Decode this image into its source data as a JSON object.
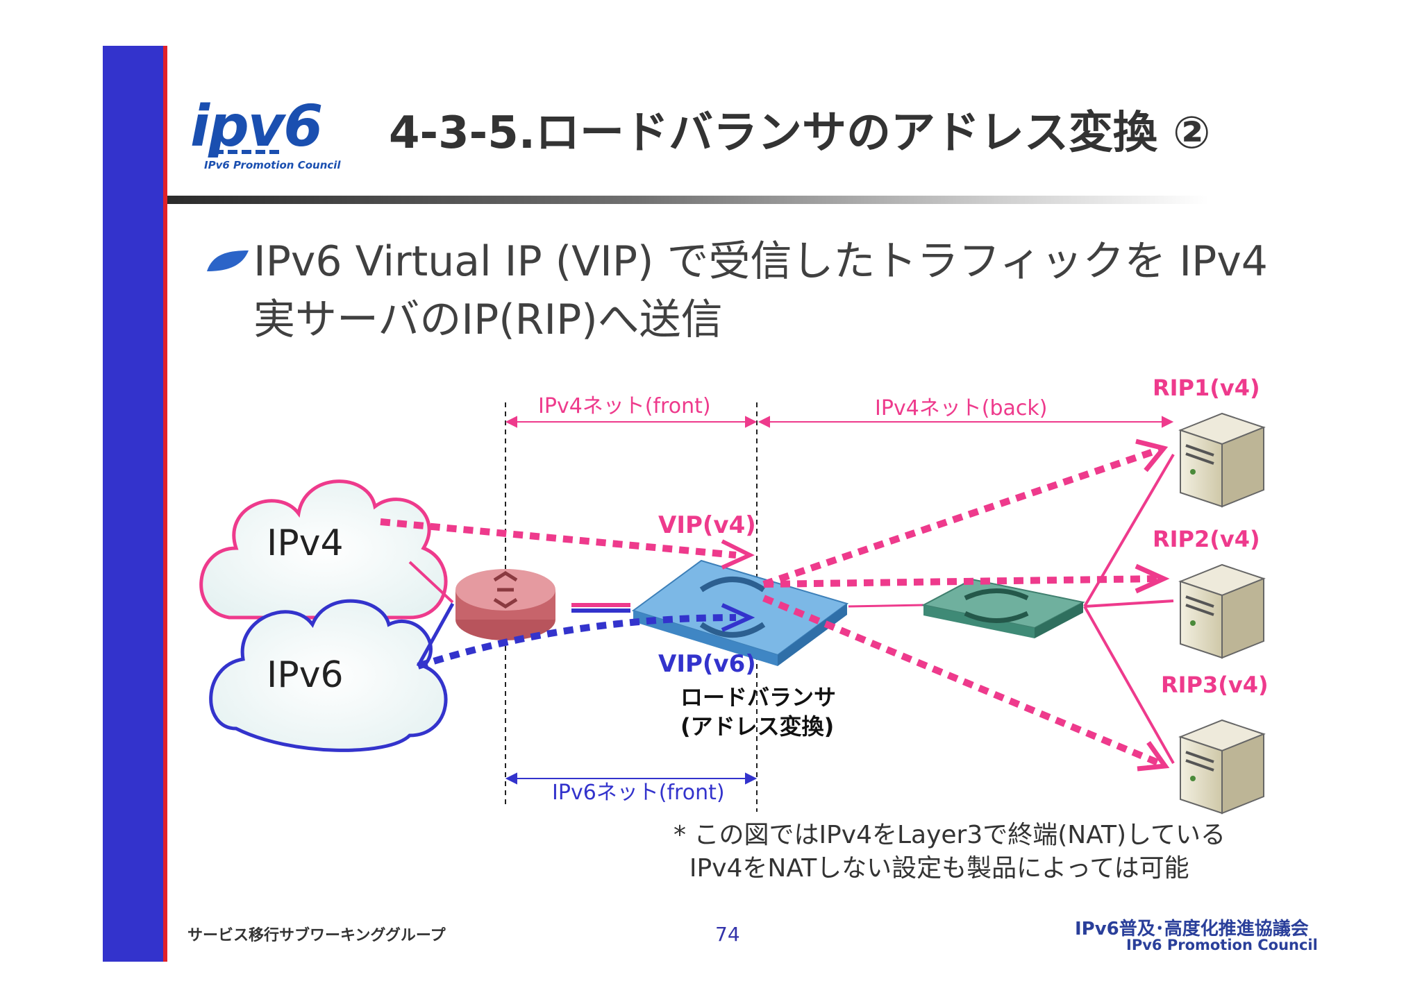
{
  "header": {
    "logo_text": "ipv6",
    "logo_subtext": "IPv6 Promotion Council",
    "title": "4-3-5.ロードバランサのアドレス変換 ②"
  },
  "bullet": {
    "text": "IPv6 Virtual IP (VIP) で受信したトラフィックを IPv4 実サーバのIP(RIP)へ送信"
  },
  "diagram": {
    "cloud_v4_label": "IPv4",
    "cloud_v6_label": "IPv6",
    "ipv4_front_label": "IPv4ネット(front)",
    "ipv4_back_label": "IPv4ネット(back)",
    "ipv6_front_label": "IPv6ネット(front)",
    "vip_v4_label": "VIP(v4)",
    "vip_v6_label": "VIP(v6)",
    "lb_label_line1": "ロードバランサ",
    "lb_label_line2": "(アドレス変換)",
    "rip1_label": "RIP1(v4)",
    "rip2_label": "RIP2(v4)",
    "rip3_label": "RIP3(v4)",
    "colors": {
      "ipv4": "#ee3a8c",
      "ipv6": "#3333cc",
      "router": "#d9747a",
      "load_balancer": "#5aa0d8",
      "switch": "#4f9a88",
      "server": "#d8d2b8"
    }
  },
  "note": {
    "line1": "* この図ではIPv4をLayer3で終端(NAT)している",
    "line2": "IPv4をNATしない設定も製品によっては可能"
  },
  "footer": {
    "left": "サービス移行サブワーキンググループ",
    "page_number": "74",
    "org_ja": "IPv6普及･高度化推進協議会",
    "org_en": "IPv6 Promotion Council"
  }
}
